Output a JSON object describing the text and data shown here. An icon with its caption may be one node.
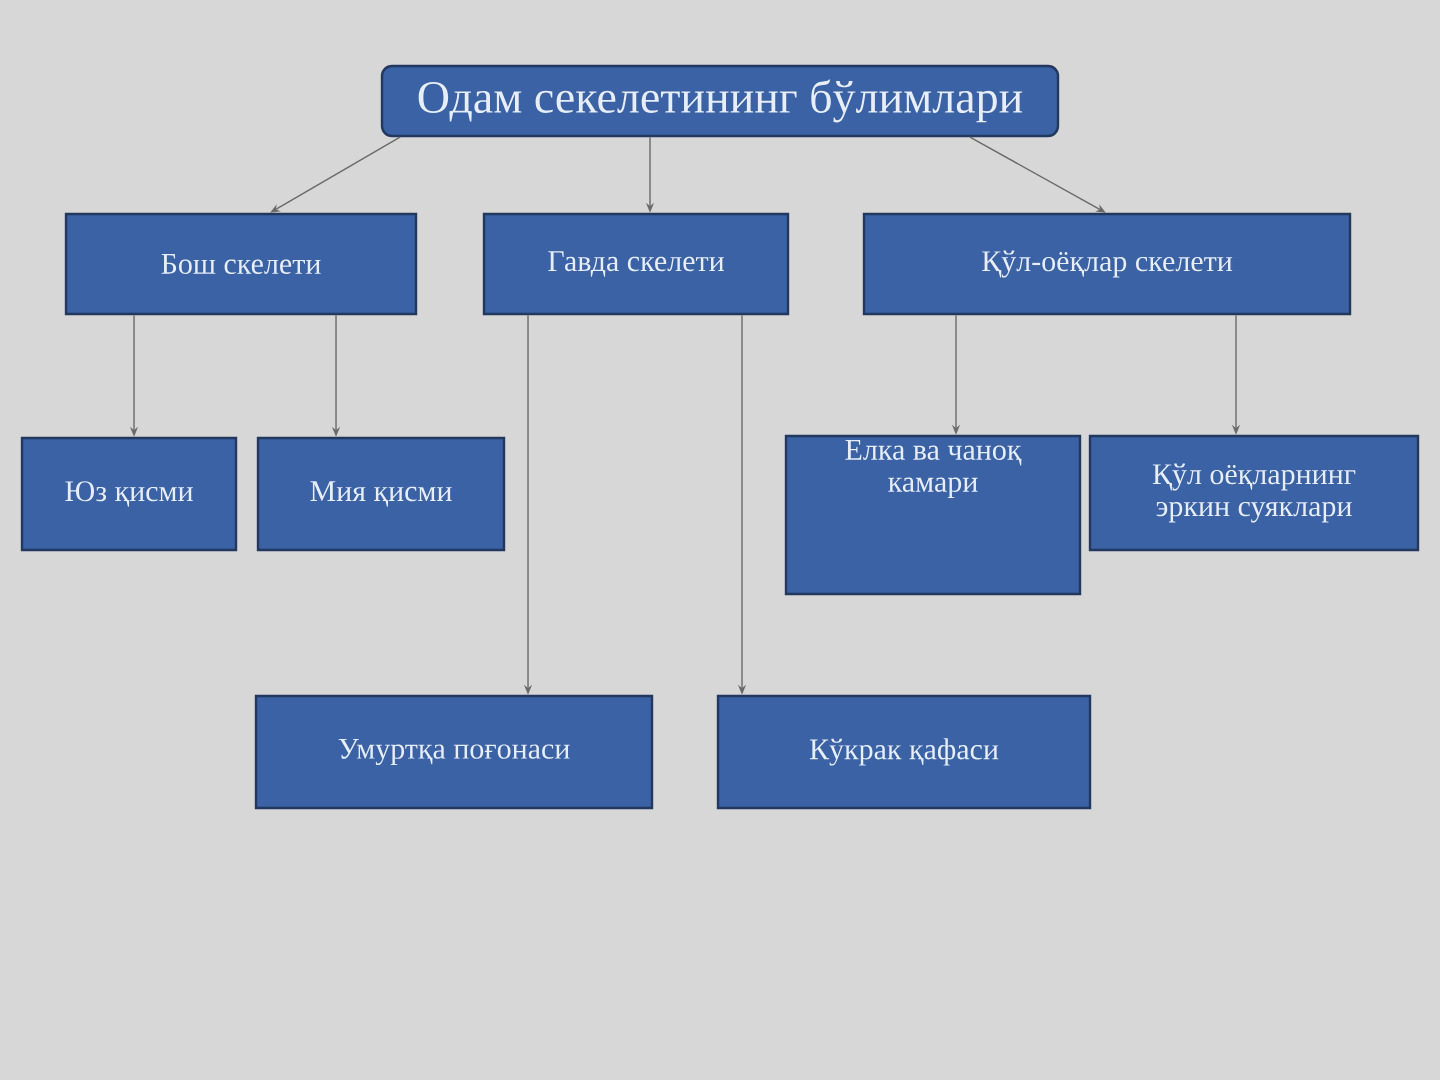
{
  "diagram": {
    "nodes": [
      {
        "text": [
          "Одам секелетининг бўлимлари"
        ]
      },
      {
        "text": [
          "Бош скелети"
        ]
      },
      {
        "text": [
          "Гавда скелети"
        ]
      },
      {
        "text": [
          "Қўл-оёқлар скелети"
        ]
      },
      {
        "text": [
          "Юз қисми"
        ]
      },
      {
        "text": [
          "Мия қисми"
        ]
      },
      {
        "text": [
          "Елка ва чаноқ камари"
        ]
      },
      {
        "text": [
          "Қўл оёқларнинг эркин суяклари"
        ]
      },
      {
        "text": [
          "Умуртқа поғонаси"
        ]
      },
      {
        "text": [
          "Кўкрак қафаси"
        ]
      }
    ],
    "edges": [
      {
        "from": 0,
        "to": 1,
        "arrow": "to"
      },
      {
        "from": 0,
        "to": 2,
        "arrow": "to"
      },
      {
        "from": 0,
        "to": 3,
        "arrow": "to"
      },
      {
        "from": 1,
        "to": 4,
        "arrow": "to"
      },
      {
        "from": 1,
        "to": 5,
        "arrow": "to"
      },
      {
        "from": 2,
        "to": 8,
        "arrow": "to"
      },
      {
        "from": 2,
        "to": 9,
        "arrow": "to"
      },
      {
        "from": 3,
        "to": 6,
        "arrow": "to"
      },
      {
        "from": 3,
        "to": 7,
        "arrow": "to"
      }
    ]
  }
}
